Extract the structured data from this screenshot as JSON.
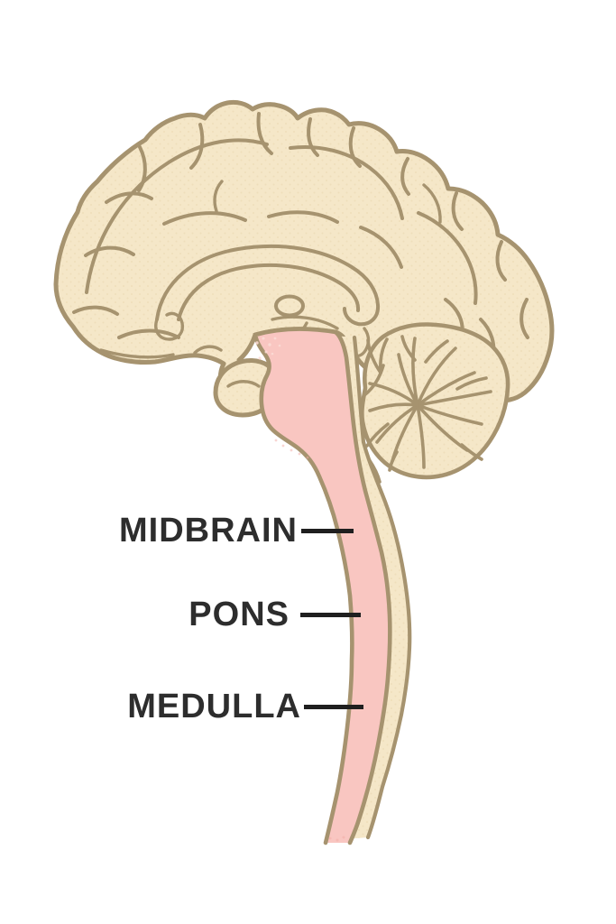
{
  "diagram": {
    "labels": {
      "midbrain": "MIDBRAIN",
      "pons": "PONS",
      "medulla": "MEDULLA"
    }
  },
  "colors": {
    "background": "#ffffff",
    "brain-fill": "#f5e7c8",
    "brain-texture-dot": "#e7d3a9",
    "outline": "#a6936f",
    "brainstem-fill": "#f9c6c1",
    "brainstem-stipple": "#f2aba6",
    "brainstem-stipple-light": "#fbdcd6",
    "label-text": "#2d2d2d",
    "leader-line": "#1f1f1f"
  }
}
